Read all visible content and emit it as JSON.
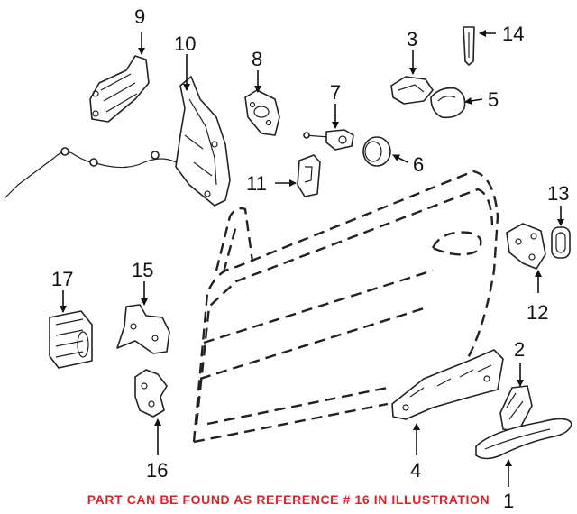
{
  "note": "PART CAN BE FOUND AS REFERENCE # 16 IN ILLUSTRATION",
  "callouts": {
    "c1": "1",
    "c2": "2",
    "c3": "3",
    "c4": "4",
    "c5": "5",
    "c6": "6",
    "c7": "7",
    "c8": "8",
    "c9": "9",
    "c10": "10",
    "c11": "11",
    "c12": "12",
    "c13": "13",
    "c14": "14",
    "c15": "15",
    "c16": "16",
    "c17": "17"
  },
  "colors": {
    "note": "#d9242b",
    "line": "#222222"
  }
}
